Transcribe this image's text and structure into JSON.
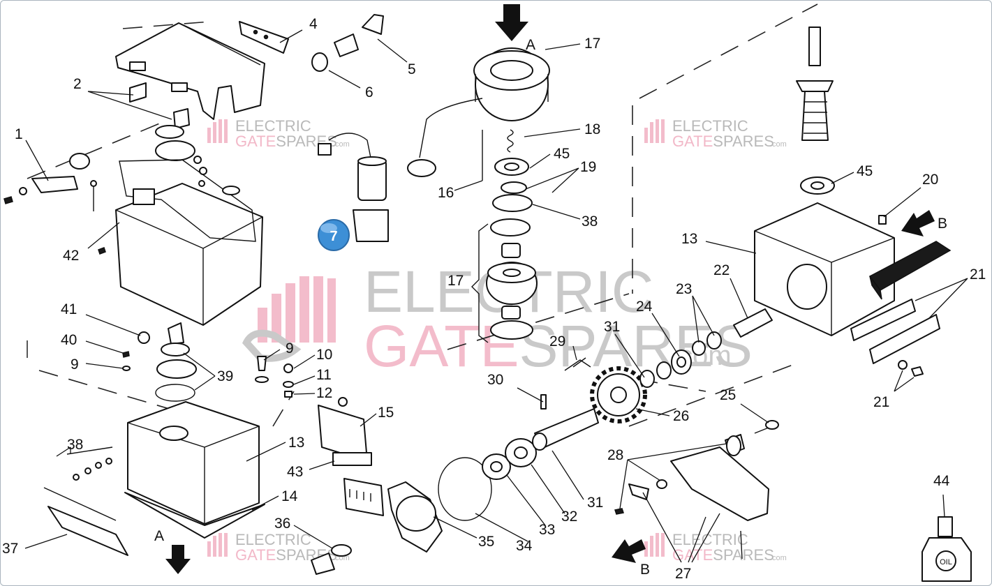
{
  "watermark": {
    "line1": "ELECTRIC",
    "line2_a": "GATE",
    "line2_b": "SPARES",
    "domain": ".com"
  },
  "badge_number": "7",
  "arrows": {
    "a": "A",
    "b": "B"
  },
  "callouts": [
    {
      "id": "c1",
      "text": "1"
    },
    {
      "id": "c2",
      "text": "2"
    },
    {
      "id": "c4",
      "text": "4"
    },
    {
      "id": "c5",
      "text": "5"
    },
    {
      "id": "c6",
      "text": "6"
    },
    {
      "id": "c9a",
      "text": "9"
    },
    {
      "id": "c9b",
      "text": "9"
    },
    {
      "id": "c10",
      "text": "10"
    },
    {
      "id": "c11",
      "text": "11"
    },
    {
      "id": "c12",
      "text": "12"
    },
    {
      "id": "c13a",
      "text": "13"
    },
    {
      "id": "c13b",
      "text": "13"
    },
    {
      "id": "c14",
      "text": "14"
    },
    {
      "id": "c15",
      "text": "15"
    },
    {
      "id": "c16",
      "text": "16"
    },
    {
      "id": "c17a",
      "text": "17"
    },
    {
      "id": "c17b",
      "text": "17"
    },
    {
      "id": "c18",
      "text": "18"
    },
    {
      "id": "c19",
      "text": "19"
    },
    {
      "id": "c20",
      "text": "20"
    },
    {
      "id": "c21a",
      "text": "21"
    },
    {
      "id": "c21b",
      "text": "21"
    },
    {
      "id": "c22",
      "text": "22"
    },
    {
      "id": "c23",
      "text": "23"
    },
    {
      "id": "c24",
      "text": "24"
    },
    {
      "id": "c25",
      "text": "25"
    },
    {
      "id": "c26",
      "text": "26"
    },
    {
      "id": "c27",
      "text": "27"
    },
    {
      "id": "c28",
      "text": "28"
    },
    {
      "id": "c29",
      "text": "29"
    },
    {
      "id": "c30",
      "text": "30"
    },
    {
      "id": "c31a",
      "text": "31"
    },
    {
      "id": "c31b",
      "text": "31"
    },
    {
      "id": "c32",
      "text": "32"
    },
    {
      "id": "c33",
      "text": "33"
    },
    {
      "id": "c34",
      "text": "34"
    },
    {
      "id": "c35",
      "text": "35"
    },
    {
      "id": "c36",
      "text": "36"
    },
    {
      "id": "c37",
      "text": "37"
    },
    {
      "id": "c38a",
      "text": "38"
    },
    {
      "id": "c38b",
      "text": "38"
    },
    {
      "id": "c39",
      "text": "39"
    },
    {
      "id": "c40",
      "text": "40"
    },
    {
      "id": "c41",
      "text": "41"
    },
    {
      "id": "c42",
      "text": "42"
    },
    {
      "id": "c43",
      "text": "43"
    },
    {
      "id": "c44",
      "text": "44"
    },
    {
      "id": "c45a",
      "text": "45"
    },
    {
      "id": "c45b",
      "text": "45"
    }
  ],
  "oil_label": "OIL",
  "colors": {
    "badge": "#3d8fd6",
    "watermark_pink": "#f3bccb",
    "watermark_grey": "#c9c9c9"
  }
}
